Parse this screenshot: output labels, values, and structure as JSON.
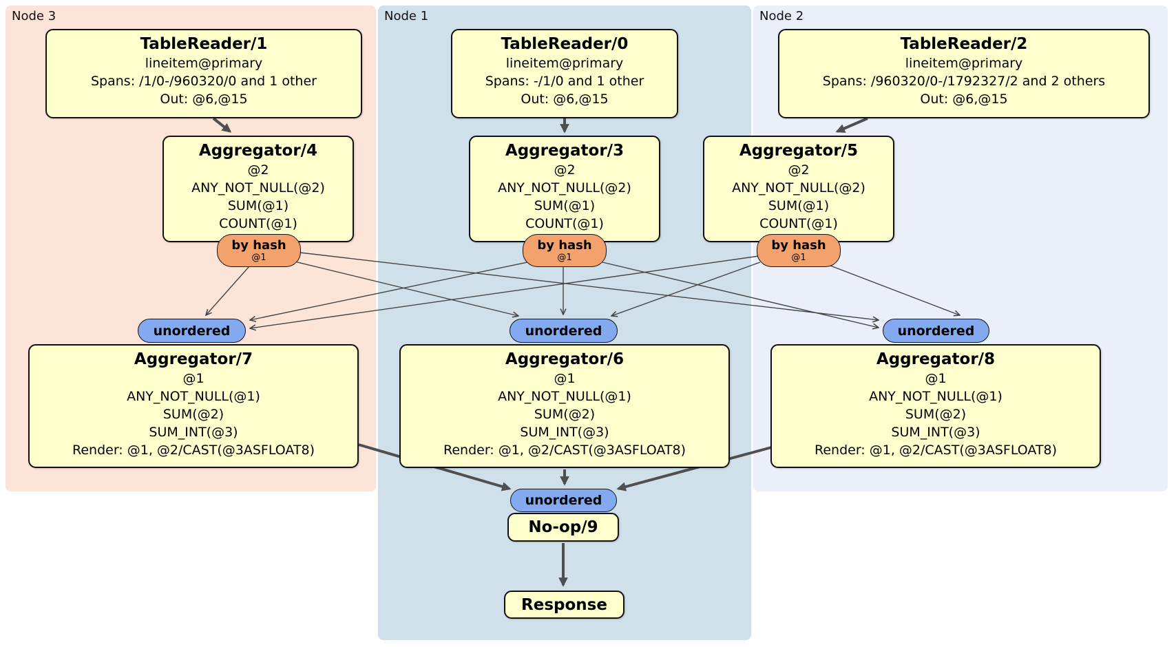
{
  "diagram": {
    "regions": {
      "node3": {
        "label": "Node 3"
      },
      "node1": {
        "label": "Node 1"
      },
      "node2": {
        "label": "Node 2"
      }
    },
    "operators": {
      "tr1": {
        "title": "TableReader/1",
        "lines": [
          "lineitem@primary",
          "Spans: /1/0-/960320/0 and 1 other",
          "Out: @6,@15"
        ]
      },
      "tr0": {
        "title": "TableReader/0",
        "lines": [
          "lineitem@primary",
          "Spans: -/1/0 and 1 other",
          "Out: @6,@15"
        ]
      },
      "tr2": {
        "title": "TableReader/2",
        "lines": [
          "lineitem@primary",
          "Spans: /960320/0-/1792327/2 and 2 others",
          "Out: @6,@15"
        ]
      },
      "agg4": {
        "title": "Aggregator/4",
        "lines": [
          "@2",
          "ANY_NOT_NULL(@2)",
          "SUM(@1)",
          "COUNT(@1)"
        ]
      },
      "agg3": {
        "title": "Aggregator/3",
        "lines": [
          "@2",
          "ANY_NOT_NULL(@2)",
          "SUM(@1)",
          "COUNT(@1)"
        ]
      },
      "agg5": {
        "title": "Aggregator/5",
        "lines": [
          "@2",
          "ANY_NOT_NULL(@2)",
          "SUM(@1)",
          "COUNT(@1)"
        ]
      },
      "agg7": {
        "title": "Aggregator/7",
        "lines": [
          "@1",
          "ANY_NOT_NULL(@1)",
          "SUM(@2)",
          "SUM_INT(@3)",
          "Render: @1, @2/CAST(@3ASFLOAT8)"
        ]
      },
      "agg6": {
        "title": "Aggregator/6",
        "lines": [
          "@1",
          "ANY_NOT_NULL(@1)",
          "SUM(@2)",
          "SUM_INT(@3)",
          "Render: @1, @2/CAST(@3ASFLOAT8)"
        ]
      },
      "agg8": {
        "title": "Aggregator/8",
        "lines": [
          "@1",
          "ANY_NOT_NULL(@1)",
          "SUM(@2)",
          "SUM_INT(@3)",
          "Render: @1, @2/CAST(@3ASFLOAT8)"
        ]
      },
      "noop": {
        "title": "No-op/9"
      },
      "response": {
        "title": "Response"
      }
    },
    "routers": {
      "byhash": {
        "label": "by hash",
        "sub": "@1"
      },
      "unordered": {
        "label": "unordered"
      }
    },
    "colors": {
      "node3_bg": "#fde4d8",
      "node1_bg": "#cfe0ea",
      "node2_bg": "#eaeffa",
      "operator_fill": "#ffffce",
      "byhash_fill": "#f3a26e",
      "unordered_fill": "#83a9f1",
      "arrow": "#4f4f4f"
    }
  }
}
